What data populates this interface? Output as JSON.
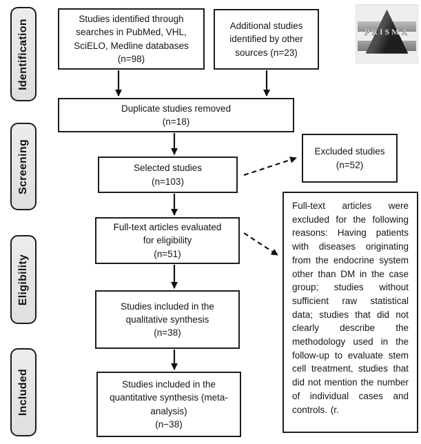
{
  "stages": {
    "identification": "Identification",
    "screening": "Screening",
    "eligibility": "Eligibility",
    "included": "Included"
  },
  "flow": {
    "identified": "Studies identified through\nsearches in PubMed, VHL,\nSciELO, Medline databases\n(n=98)",
    "additional": "Additional studies\nidentified by other\nsources (n=23)",
    "duplicates_removed": "Duplicate studies removed\n(n=18)",
    "selected": "Selected studies\n(n=103)",
    "excluded": "Excluded studies\n(n=52)",
    "fulltext_evaluated": "Full-text articles evaluated\nfor eligibility\n(n=51)",
    "qualitative": "Studies included in the\nqualitative synthesis\n(n=38)",
    "quantitative": "Studies included in the\nquantitative synthesis (meta-\nanalysis)\n(n−38)",
    "exclusion_reasons": "Full-text articles were excluded for the following reasons: Having patients with diseases originating from the endocrine system other than DM in the case group; studies without sufficient raw statistical data; studies that did not clearly describe the methodology used in the follow-up to evaluate stem cell treatment, studies that did not mention the number of individual cases and controls. (r."
  },
  "logo": {
    "label": "PRISMA"
  },
  "colors": {
    "border": "#1c1c1c",
    "stage_bg": "#e7e7e7",
    "box_bg": "#ffffff",
    "arrow": "#111111"
  }
}
